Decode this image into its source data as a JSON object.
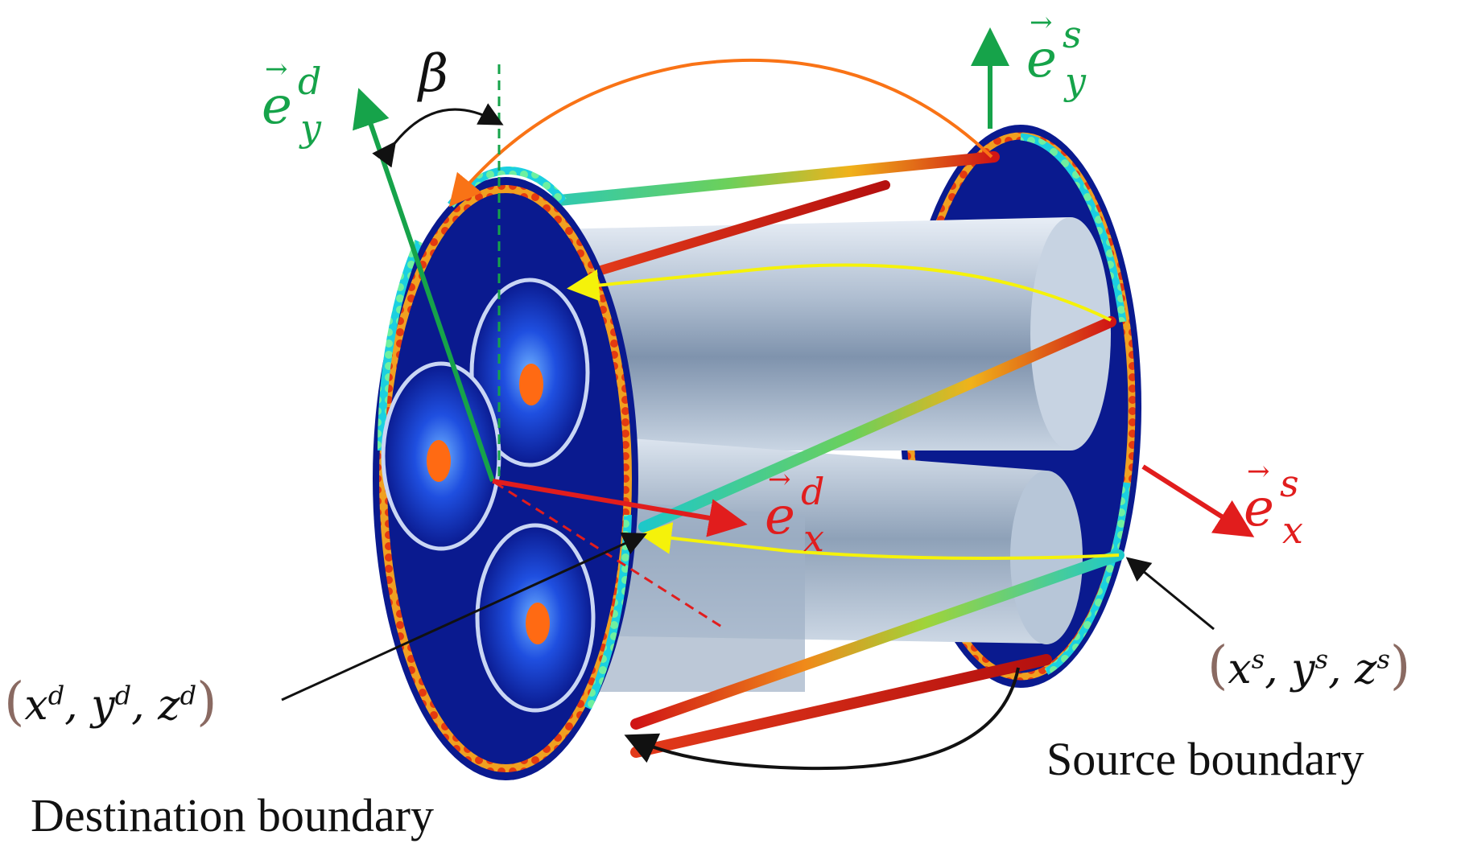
{
  "labels": {
    "destination_boundary": "Destination boundary",
    "source_boundary": "Source boundary",
    "angle": "β",
    "ey_d": {
      "base": "e",
      "sup": "d",
      "sub": "y"
    },
    "ex_d": {
      "base": "e",
      "sup": "d",
      "sub": "x"
    },
    "ey_s": {
      "base": "e",
      "sup": "s",
      "sub": "y"
    },
    "ex_s": {
      "base": "e",
      "sup": "s",
      "sub": "x"
    },
    "coord_d": {
      "open": "(",
      "x": "x",
      "y": "y",
      "z": "z",
      "sup": "d",
      "close": ")"
    },
    "coord_s": {
      "open": "(",
      "x": "x",
      "y": "y",
      "z": "z",
      "sup": "s",
      "close": ")"
    }
  },
  "colors": {
    "green_axis": "#16a34a",
    "red_axis": "#e11d1d",
    "orange_arc": "#f97316",
    "yellow_arc": "#f5f20a",
    "disk_blue": "#0a1a8f",
    "cylinder_gray": "#b7c4d6",
    "core_orange": "#ff6a13"
  }
}
